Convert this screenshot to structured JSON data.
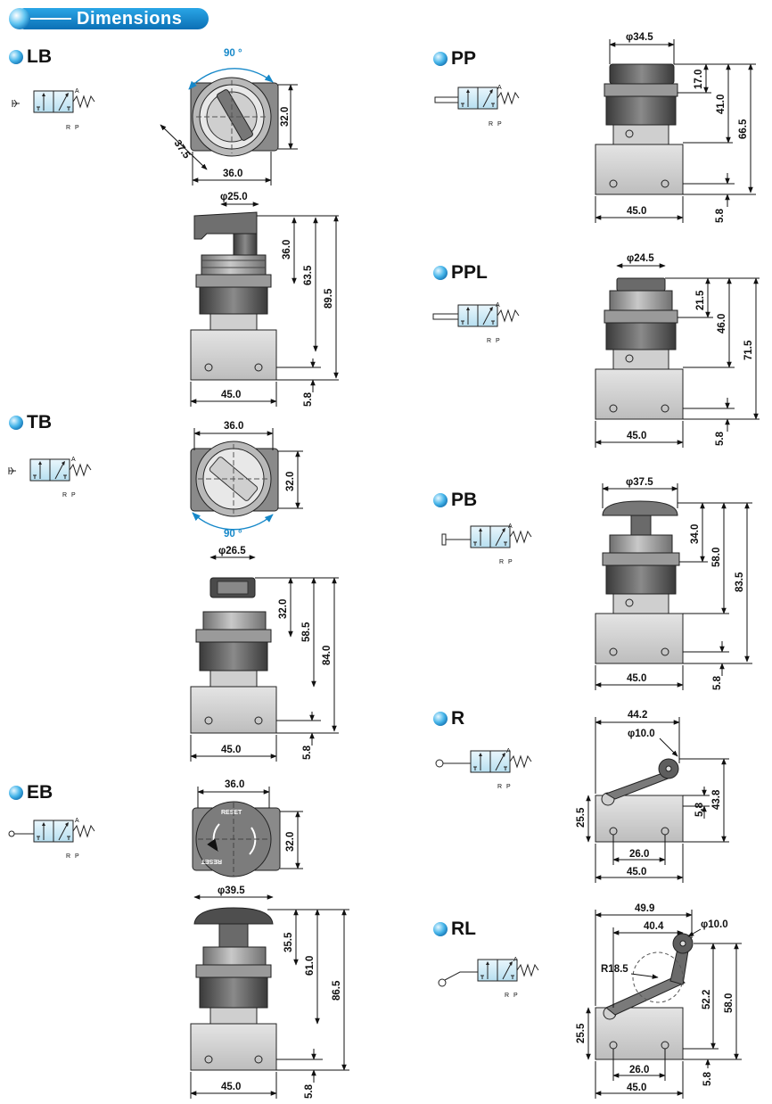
{
  "header": {
    "title": "Dimensions",
    "color": "#0b6fb5"
  },
  "models": [
    "LB",
    "TB",
    "EB",
    "PP",
    "PPL",
    "PB",
    "R",
    "RL"
  ],
  "symbol": {
    "port_a": "A",
    "port_r": "R",
    "port_p": "P"
  },
  "emblem": "RESET",
  "dims": {
    "lb_angle": "90 °",
    "lb_diag": "37.5",
    "lb_h32": "32.0",
    "lb_w36": "36.0",
    "lb_dia": "φ25.0",
    "lb_36": "36.0",
    "lb_63": "63.5",
    "lb_89": "89.5",
    "lb_45": "45.0",
    "lb_58": "5.8",
    "tb_w36": "36.0",
    "tb_h32": "32.0",
    "tb_angle": "90 °",
    "tb_dia": "φ26.5",
    "tb_32": "32.0",
    "tb_58h": "58.5",
    "tb_84": "84.0",
    "tb_45": "45.0",
    "tb_58": "5.8",
    "eb_w36": "36.0",
    "eb_h32": "32.0",
    "eb_dia": "φ39.5",
    "eb_35": "35.5",
    "eb_61": "61.0",
    "eb_86": "86.5",
    "eb_45": "45.0",
    "eb_58": "5.8",
    "pp_dia": "φ34.5",
    "pp_17": "17.0",
    "pp_41": "41.0",
    "pp_66": "66.5",
    "pp_45": "45.0",
    "pp_58": "5.8",
    "ppl_dia": "φ24.5",
    "ppl_21": "21.5",
    "ppl_46": "46.0",
    "ppl_71": "71.5",
    "ppl_45": "45.0",
    "ppl_58": "5.8",
    "pb_dia": "φ37.5",
    "pb_34": "34.0",
    "pb_58h": "58.0",
    "pb_83": "83.5",
    "pb_45": "45.0",
    "pb_58": "5.8",
    "r_44": "44.2",
    "r_dia": "φ10.0",
    "r_25": "25.5",
    "r_58": "5.8",
    "r_43": "43.8",
    "r_26": "26.0",
    "r_45": "45.0",
    "rl_49": "49.9",
    "rl_40": "40.4",
    "rl_dia": "φ10.0",
    "rl_r": "R18.5",
    "rl_25": "25.5",
    "rl_52": "52.2",
    "rl_58h": "58.0",
    "rl_26": "26.0",
    "rl_45": "45.0",
    "rl_58": "5.8"
  }
}
